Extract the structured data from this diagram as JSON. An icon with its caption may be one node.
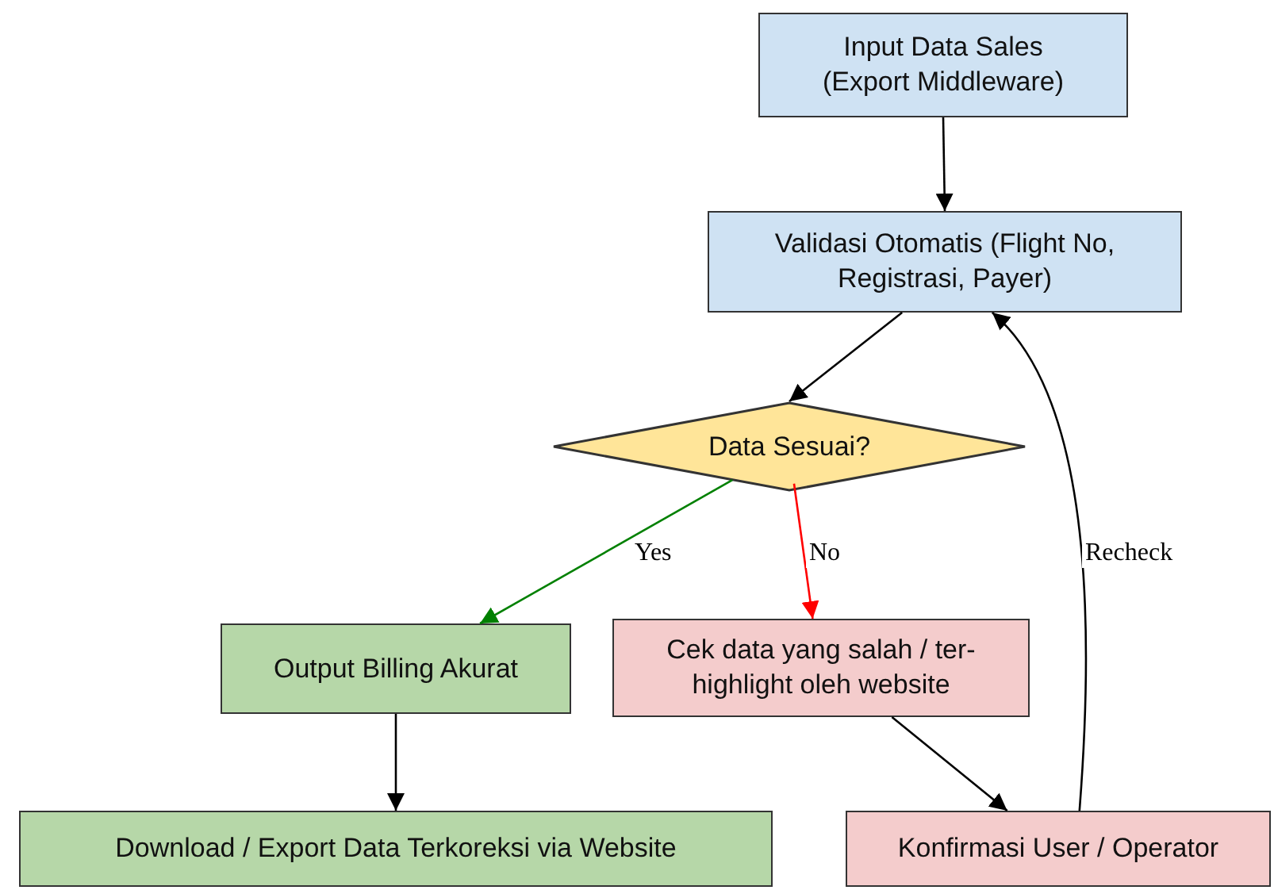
{
  "diagram": {
    "nodes": [
      {
        "text": [
          "Input Data Sales (Export Middleware)"
        ]
      },
      {
        "text": [
          "Validasi Otomatis (Flight No, Registrasi, Payer)"
        ]
      },
      {
        "text": [
          "Data Sesuai?"
        ]
      },
      {
        "text": [
          "Output Billing Akurat"
        ]
      },
      {
        "text": [
          "Cek data yang salah / ter-highlight oleh website"
        ]
      },
      {
        "text": [
          "Download / Export Data Terkoreksi via Website"
        ]
      },
      {
        "text": [
          "Konfirmasi User / Operator"
        ]
      }
    ],
    "edges": [
      {
        "from": 0,
        "to": 1,
        "arrow": "to"
      },
      {
        "from": 1,
        "to": 2,
        "arrow": "to"
      },
      {
        "from": 2,
        "to": 3,
        "arrow": "to",
        "label": "Yes",
        "color": "#008000"
      },
      {
        "from": 2,
        "to": 4,
        "arrow": "to",
        "label": "No",
        "color": "#ff0000"
      },
      {
        "from": 3,
        "to": 5,
        "arrow": "to"
      },
      {
        "from": 4,
        "to": 6,
        "arrow": "to"
      },
      {
        "from": 6,
        "to": 1,
        "arrow": "to",
        "label": "Recheck"
      }
    ]
  }
}
